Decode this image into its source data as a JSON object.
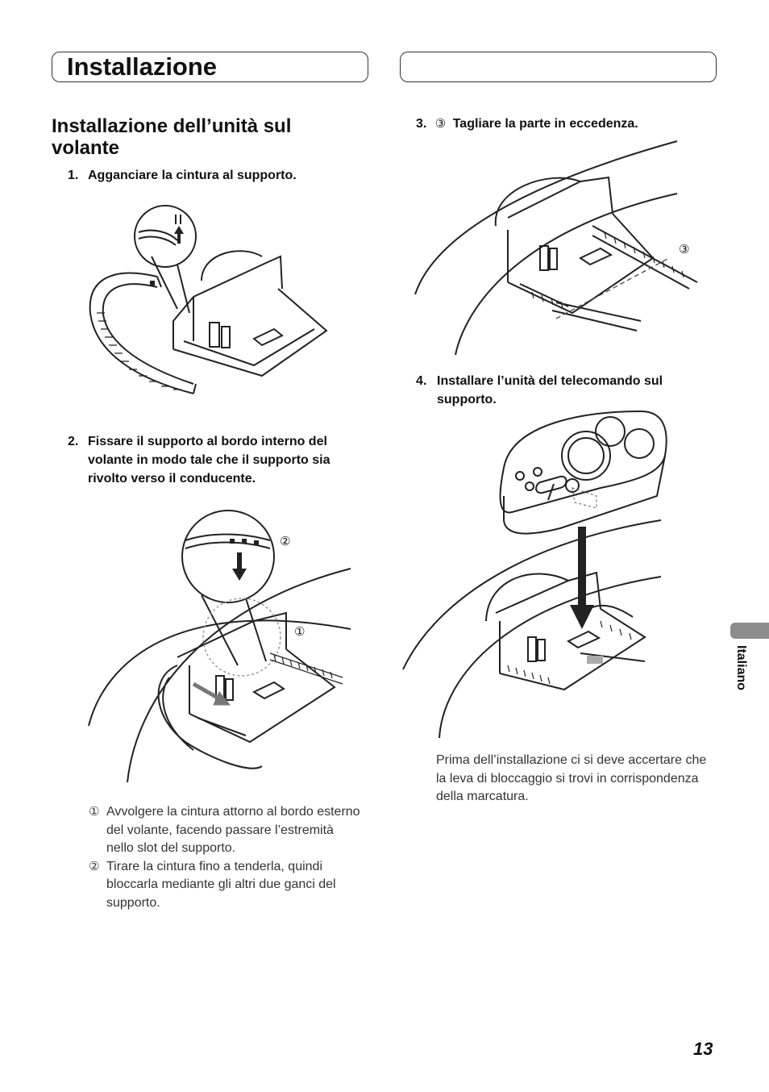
{
  "header": {
    "title": "Installazione",
    "right_title": ""
  },
  "section": {
    "title": "Installazione dell’unità sul volante"
  },
  "steps": [
    {
      "num": "1.",
      "text": "Agganciare la cintura al supporto."
    },
    {
      "num": "2.",
      "text": "Fissare il supporto al  bordo interno del volante in modo tale che il supporto sia rivolto verso il conducente."
    },
    {
      "num": "3.",
      "marker": "③",
      "text": "Tagliare la parte in eccedenza."
    },
    {
      "num": "4.",
      "text": "Installare l’unità del telecomando sul supporto."
    }
  ],
  "figures": {
    "fig2_callout_1": "①",
    "fig2_callout_2": "②",
    "fig3_callout_3": "③"
  },
  "notes_step2": [
    {
      "marker": "①",
      "text": "Avvolgere la cintura attorno al bordo esterno del volante, facendo passare l’estremità nello slot del supporto."
    },
    {
      "marker": "②",
      "text": "Tirare la cintura fino a tenderla, quindi bloccarla mediante gli altri due ganci del supporto."
    }
  ],
  "note_step4": "Prima dell’installazione ci si deve accertare che la leva di bloccaggio si trovi in corrispondenza della marcatura.",
  "side_tab": {
    "label": "Italiano"
  },
  "footer": {
    "page_number": "13"
  }
}
